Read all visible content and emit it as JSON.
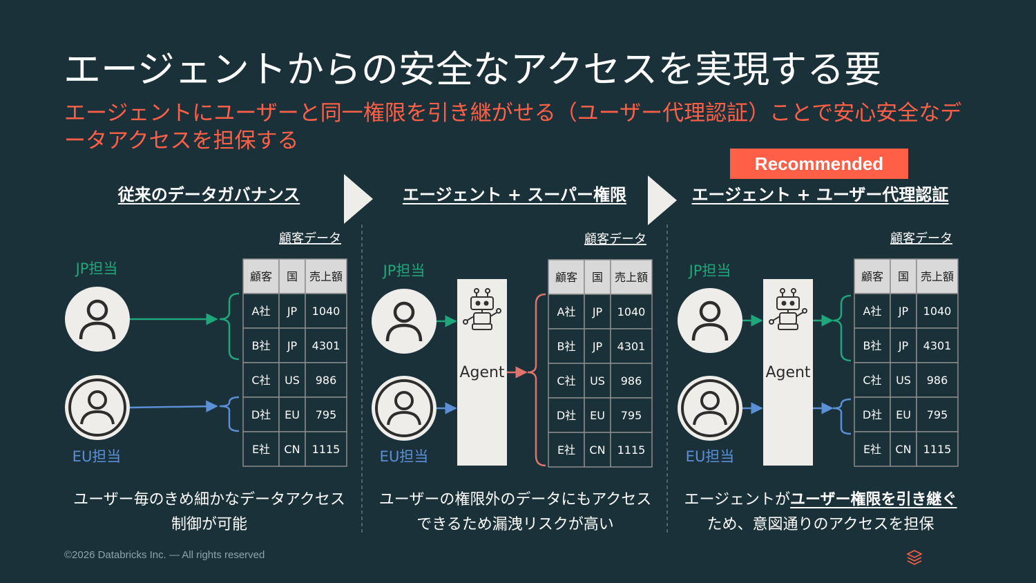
{
  "title": "エージェントからの安全なアクセスを実現する要",
  "subtitle": "エージェントにユーザーと同一権限を引き継がせる（ユーザー代理認証）ことで安心安全なデータアクセスを担保する",
  "badge": "Recommended",
  "footer": "©2026 Databricks Inc. — All rights reserved",
  "colors": {
    "background": "#1b3139",
    "accent": "#ff5f46",
    "jp": "#1fa67a",
    "eu": "#5b8fd6",
    "super": "#e0736a",
    "panel": "#eeede9"
  },
  "table": {
    "caption": "顧客データ",
    "headers": [
      "顧客",
      "国",
      "売上額"
    ],
    "rows": [
      [
        "A社",
        "JP",
        "1040"
      ],
      [
        "B社",
        "JP",
        "4301"
      ],
      [
        "C社",
        "US",
        "986"
      ],
      [
        "D社",
        "EU",
        "795"
      ],
      [
        "E社",
        "CN",
        "1115"
      ]
    ]
  },
  "panels": [
    {
      "heading": "従来のデータガバナンス",
      "jp_label": "JP担当",
      "eu_label": "EU担当",
      "caption_line1": "ユーザー毎のきめ細かなデータアクセス",
      "caption_line2": "制御が可能"
    },
    {
      "heading": "エージェント + スーパー権限",
      "jp_label": "JP担当",
      "eu_label": "EU担当",
      "agent_label": "Agent",
      "caption_line1": "ユーザーの権限外のデータにもアクセス",
      "caption_line2": "できるため漏洩リスクが高い"
    },
    {
      "heading": "エージェント + ユーザー代理認証",
      "jp_label": "JP担当",
      "eu_label": "EU担当",
      "agent_label": "Agent",
      "caption_pre": "エージェントが",
      "caption_bold": "ユーザー権限を引き継ぐ",
      "caption_line2": "ため、意図通りのアクセスを担保"
    }
  ],
  "icons": [
    "user-icon",
    "user-circle-icon",
    "robot-icon",
    "chevron-right-icon",
    "databricks-logo-icon"
  ]
}
